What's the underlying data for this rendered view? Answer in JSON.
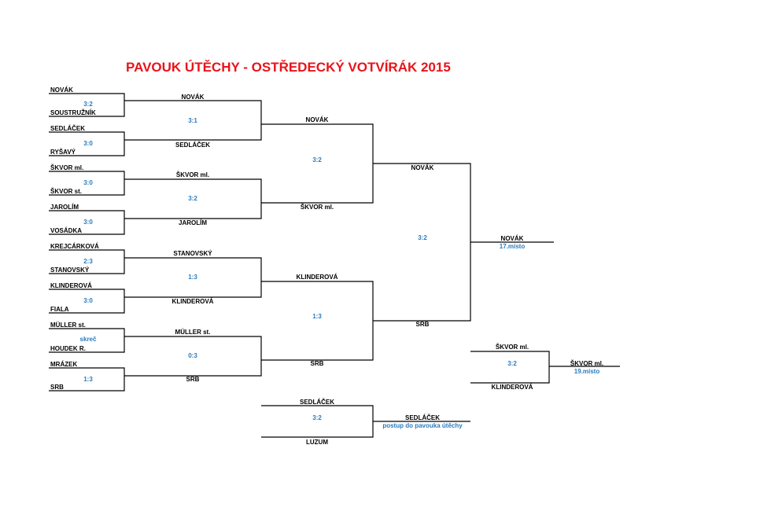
{
  "title": "PAVOUK ÚTĚCHY - OSTŘEDECKÝ VOTVÍRÁK 2015",
  "colors": {
    "title": "#e8141b",
    "score": "#2a7bbd",
    "lines": "#000000"
  },
  "round1": [
    {
      "top": "NOVÁK",
      "bottom": "SOUSTRUŽNÍK",
      "score": "3:2"
    },
    {
      "top": "SEDLÁČEK",
      "bottom": "RYŠAVÝ",
      "score": "3:0"
    },
    {
      "top": "ŠKVOR ml.",
      "bottom": "ŠKVOR st.",
      "score": "3:0"
    },
    {
      "top": "JAROLÍM",
      "bottom": "VOSÁDKA",
      "score": "3:0"
    },
    {
      "top": "KREJCÁRKOVÁ",
      "bottom": "STANOVSKÝ",
      "score": "2:3"
    },
    {
      "top": "KLINDEROVÁ",
      "bottom": "FIALA",
      "score": "3:0"
    },
    {
      "top": "MÜLLER st.",
      "bottom": "HOUDEK R.",
      "score": "skreč"
    },
    {
      "top": "MRÁZEK",
      "bottom": "SRB",
      "score": "1:3"
    }
  ],
  "round2": [
    {
      "top": "NOVÁK",
      "bottom": "SEDLÁČEK",
      "score": "3:1"
    },
    {
      "top": "ŠKVOR ml.",
      "bottom": "JAROLÍM",
      "score": "3:2"
    },
    {
      "top": "STANOVSKÝ",
      "bottom": "KLINDEROVÁ",
      "score": "1:3"
    },
    {
      "top": "MÜLLER st.",
      "bottom": "SRB",
      "score": "0:3"
    }
  ],
  "round3": [
    {
      "top": "NOVÁK",
      "bottom": "ŠKVOR ml.",
      "score": "3:2"
    },
    {
      "top": "KLINDEROVÁ",
      "bottom": "SRB",
      "score": "1:3"
    }
  ],
  "final": {
    "top": "NOVÁK",
    "bottom": "SRB",
    "score": "3:2",
    "winner": "NOVÁK",
    "place": "17.místo"
  },
  "third_place": {
    "top": "ŠKVOR ml.",
    "bottom": "KLINDEROVÁ",
    "score": "3:2",
    "winner": "ŠKVOR ml.",
    "place": "19.místo"
  },
  "extra": {
    "top": "SEDLÁČEK",
    "bottom": "LUZUM",
    "score": "3:2",
    "winner": "SEDLÁČEK",
    "note": "postup do pavouka útěchy"
  }
}
